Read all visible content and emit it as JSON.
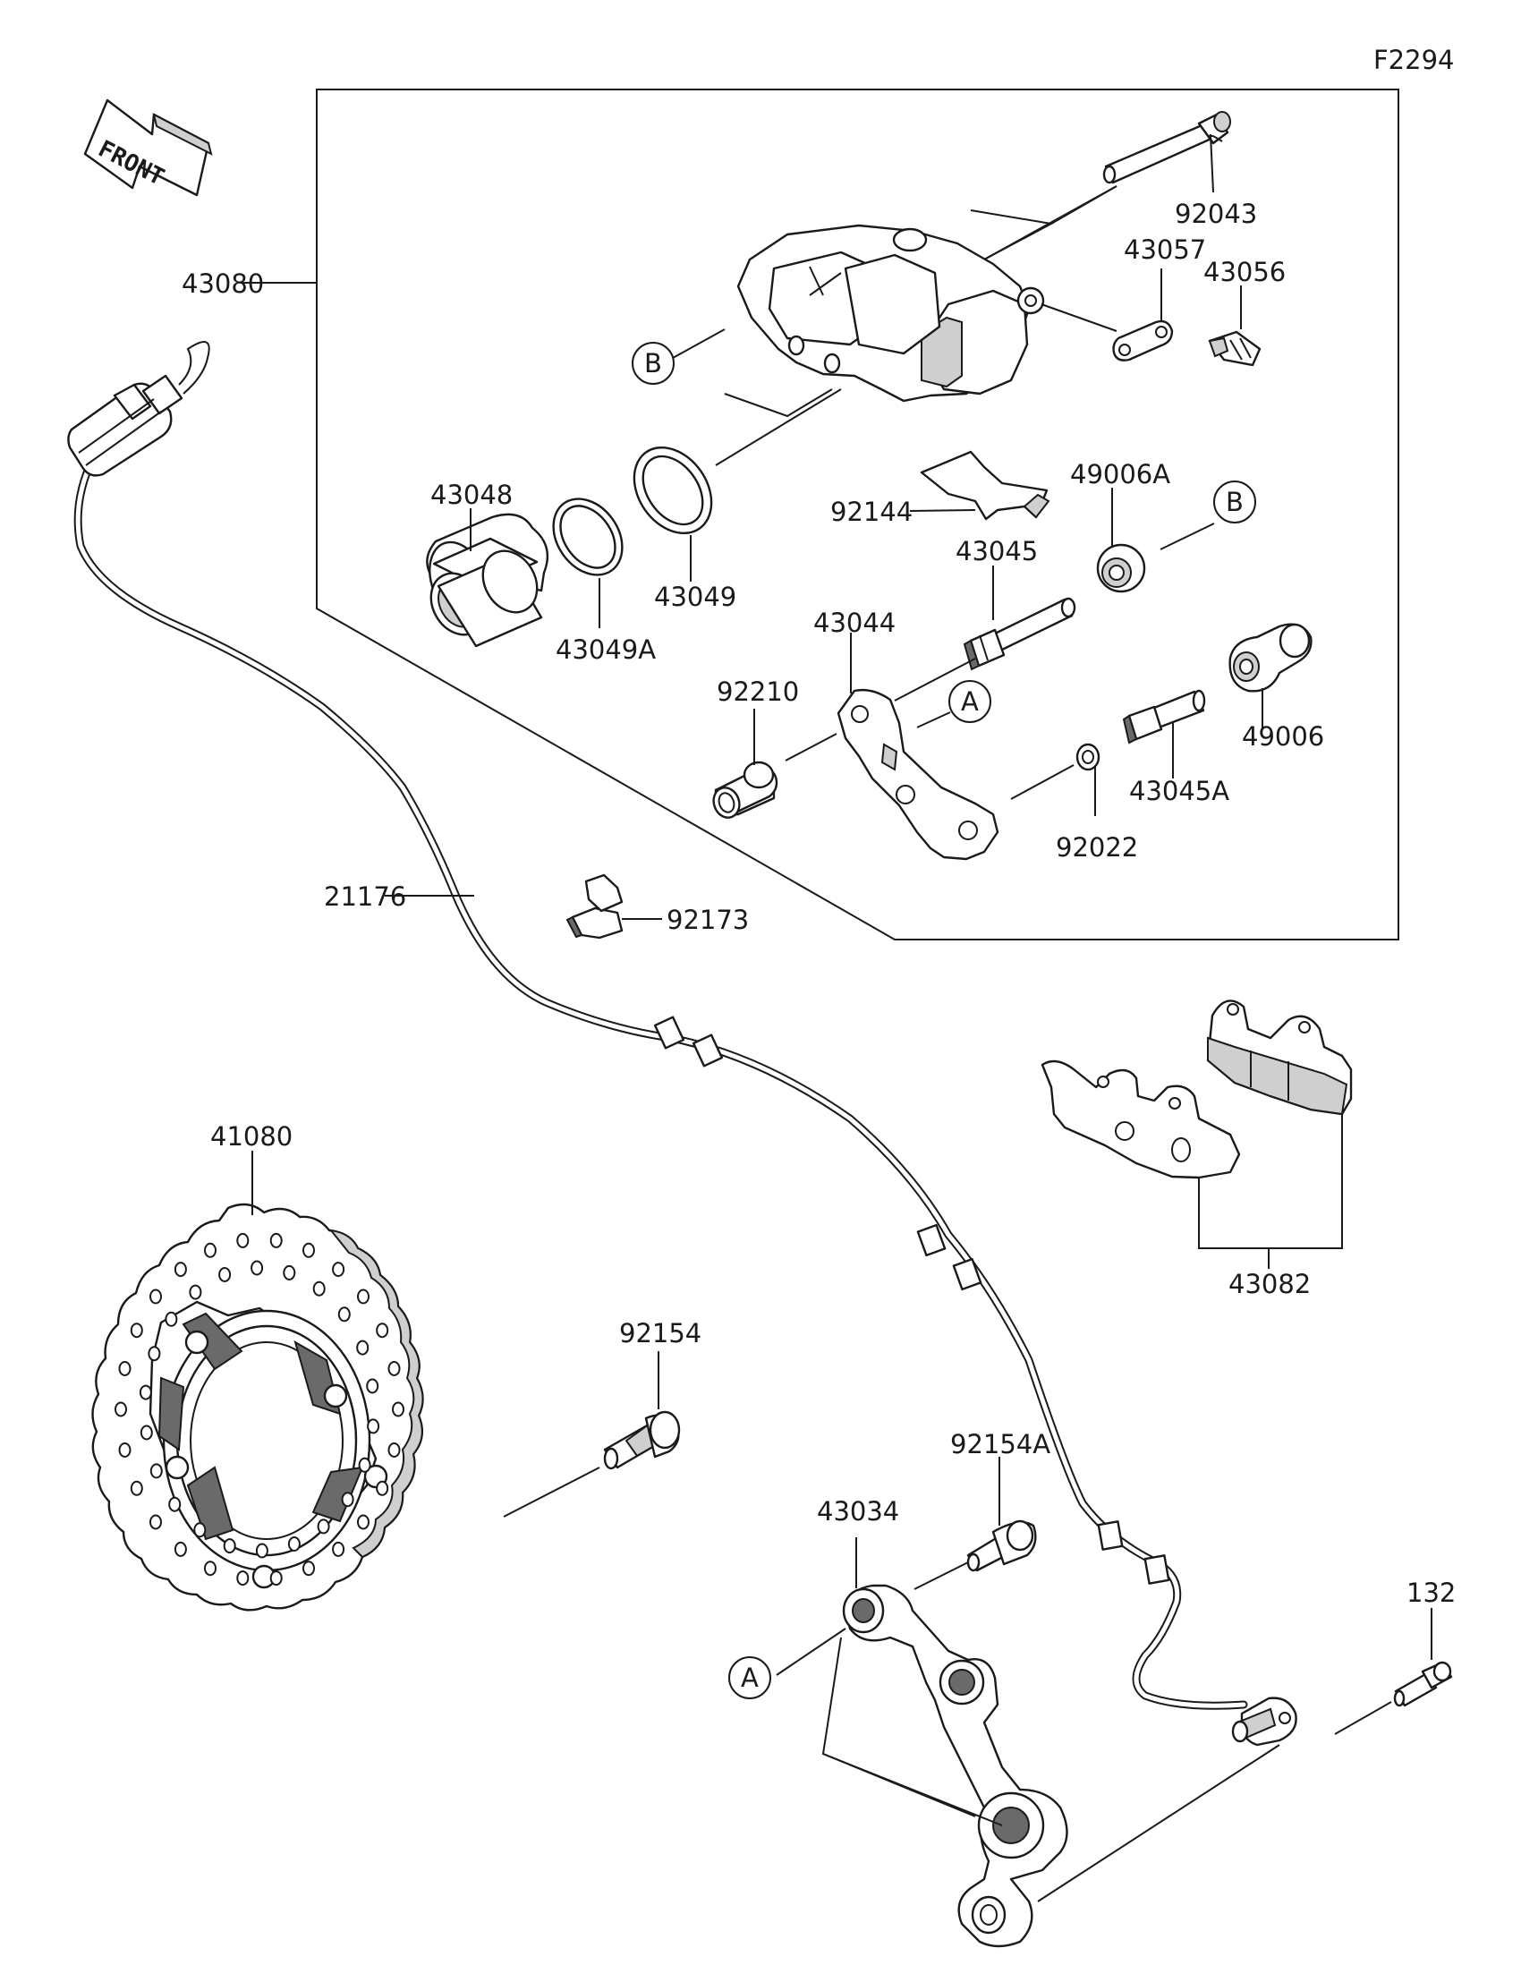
{
  "figure_id": "F2294",
  "front_label": "FRONT",
  "part_labels": {
    "p92043": "92043",
    "p43057": "43057",
    "p43056": "43056",
    "p43080": "43080",
    "p43048": "43048",
    "p43049A": "43049A",
    "p43049": "43049",
    "p92144": "92144",
    "p49006A": "49006A",
    "p43045": "43045",
    "p43044": "43044",
    "p92210": "92210",
    "p49006": "49006",
    "p43045A": "43045A",
    "p92022": "92022",
    "p21176": "21176",
    "p92173": "92173",
    "p41080": "41080",
    "p43082": "43082",
    "p92154": "92154",
    "p92154A": "92154A",
    "p43034": "43034",
    "p132": "132"
  },
  "callouts": {
    "a_upper": "A",
    "a_lower": "A",
    "b_left": "B",
    "b_right": "B"
  }
}
